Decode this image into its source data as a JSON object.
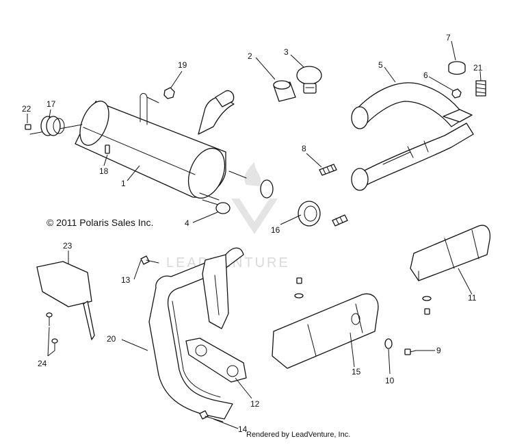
{
  "copyright": "© 2011 Polaris Sales Inc.",
  "rendered_by": "Rendered by LeadVenture, Inc.",
  "watermark": "LEADVENTURE",
  "callouts": [
    "1",
    "2",
    "3",
    "4",
    "5",
    "6",
    "7",
    "8",
    "9",
    "10",
    "11",
    "12",
    "13",
    "14",
    "16",
    "15",
    "17",
    "18",
    "19",
    "20",
    "21",
    "22",
    "23",
    "24"
  ]
}
